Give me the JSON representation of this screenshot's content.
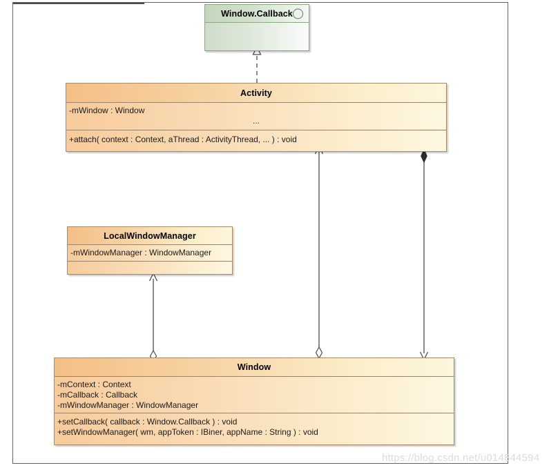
{
  "diagram": {
    "title": "Android Window / Activity UML class diagram",
    "background_color": "#ffffff",
    "frame_border_color": "#636363",
    "watermark": "https://blog.csdn.net/u014844594",
    "watermark_color": "#dcdcdc"
  },
  "palette": {
    "class_fill_start": "#f4bf86",
    "class_fill_end": "#fdf6dd",
    "class_border": "#a98a63",
    "interface_fill_start": "#c3d6bd",
    "interface_fill_end": "#f4f8f3",
    "interface_border": "#8ca882",
    "connector_color": "#4a4a4a"
  },
  "classes": {
    "window_callback": {
      "name": "Window.Callback",
      "stereotype_icon": "interface-circle-icon",
      "attributes": [],
      "operations": []
    },
    "activity": {
      "name": "Activity",
      "attributes": [
        "-mWindow : Window"
      ],
      "attributes_ellipsis": "...",
      "operations": [
        "+attach( context : Context, aThread : ActivityThread, ... ) : void"
      ]
    },
    "local_window_manager": {
      "name": "LocalWindowManager",
      "attributes": [
        "-mWindowManager : WindowManager"
      ],
      "operations": []
    },
    "window": {
      "name": "Window",
      "attributes": [
        "-mContext : Context",
        "-mCallback : Callback",
        "-mWindowManager : WindowManager"
      ],
      "operations": [
        "+setCallback( callback : Window.Callback ) : void",
        "+setWindowManager( wm, appToken : IBiner, appName : String ) : void"
      ]
    }
  },
  "relationships": [
    {
      "id": "activity-realizes-window-callback",
      "type": "realization",
      "line_style": "dashed",
      "source": "Activity",
      "target": "Window.Callback",
      "target_marker": "hollow-triangle"
    },
    {
      "id": "localwindowmanager-aggregates-window",
      "type": "aggregation",
      "line_style": "solid",
      "source": "Window",
      "target": "LocalWindowManager",
      "source_marker": "hollow-diamond",
      "target_marker": "open-arrow"
    },
    {
      "id": "window-aggregated-by-activity",
      "type": "aggregation",
      "line_style": "solid",
      "source": "Window",
      "target": "Activity",
      "source_marker": "hollow-diamond",
      "target_marker": "open-arrow"
    },
    {
      "id": "activity-composes-window",
      "type": "composition",
      "line_style": "solid",
      "source": "Activity",
      "target": "Window",
      "source_marker": "filled-diamond",
      "target_marker": "open-arrow"
    }
  ]
}
